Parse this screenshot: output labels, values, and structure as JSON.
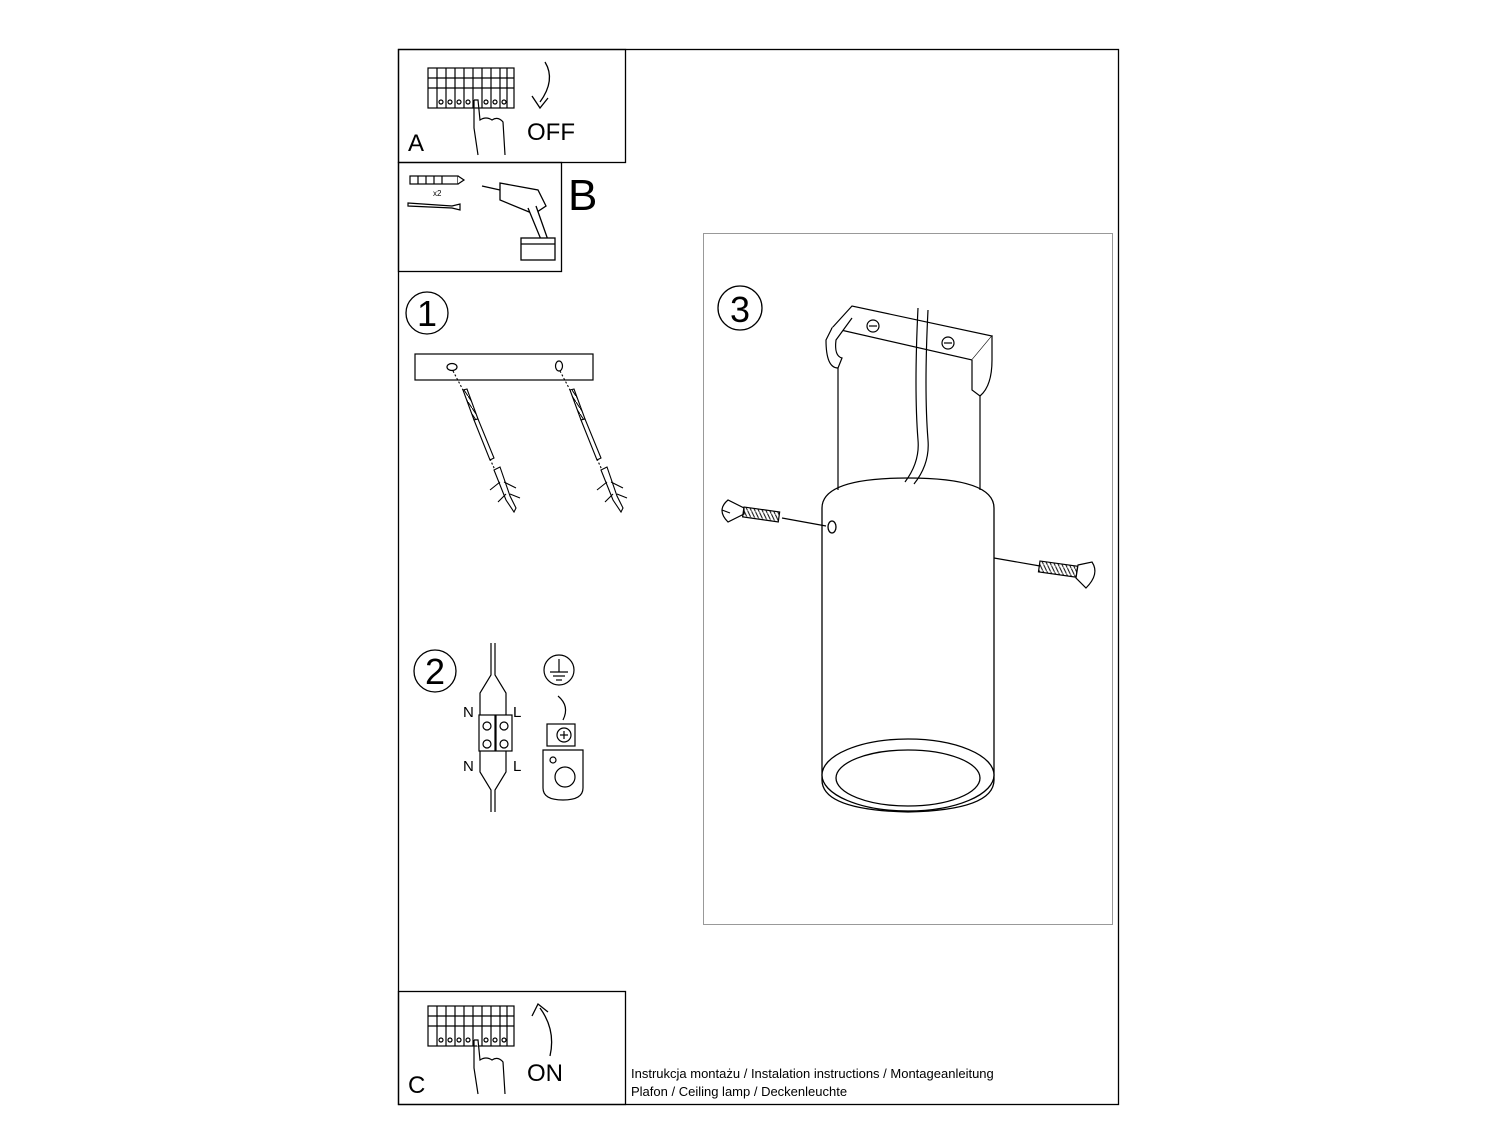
{
  "sheet": {
    "panel_a": {
      "letter": "A",
      "switch_state": "OFF"
    },
    "panel_b": {
      "letter": "B",
      "quantity": "x2"
    },
    "panel_c": {
      "letter": "C",
      "switch_state": "ON"
    },
    "steps": [
      {
        "number": "1"
      },
      {
        "number": "2",
        "terminal_labels": {
          "top_left": "N",
          "top_right": "L",
          "bottom_left": "N",
          "bottom_right": "L"
        }
      },
      {
        "number": "3"
      }
    ],
    "footer": {
      "line1": "Instrukcja montażu / Instalation instructions / Montageanleitung",
      "line2": "Plafon / Ceiling lamp / Deckenleuchte"
    }
  }
}
